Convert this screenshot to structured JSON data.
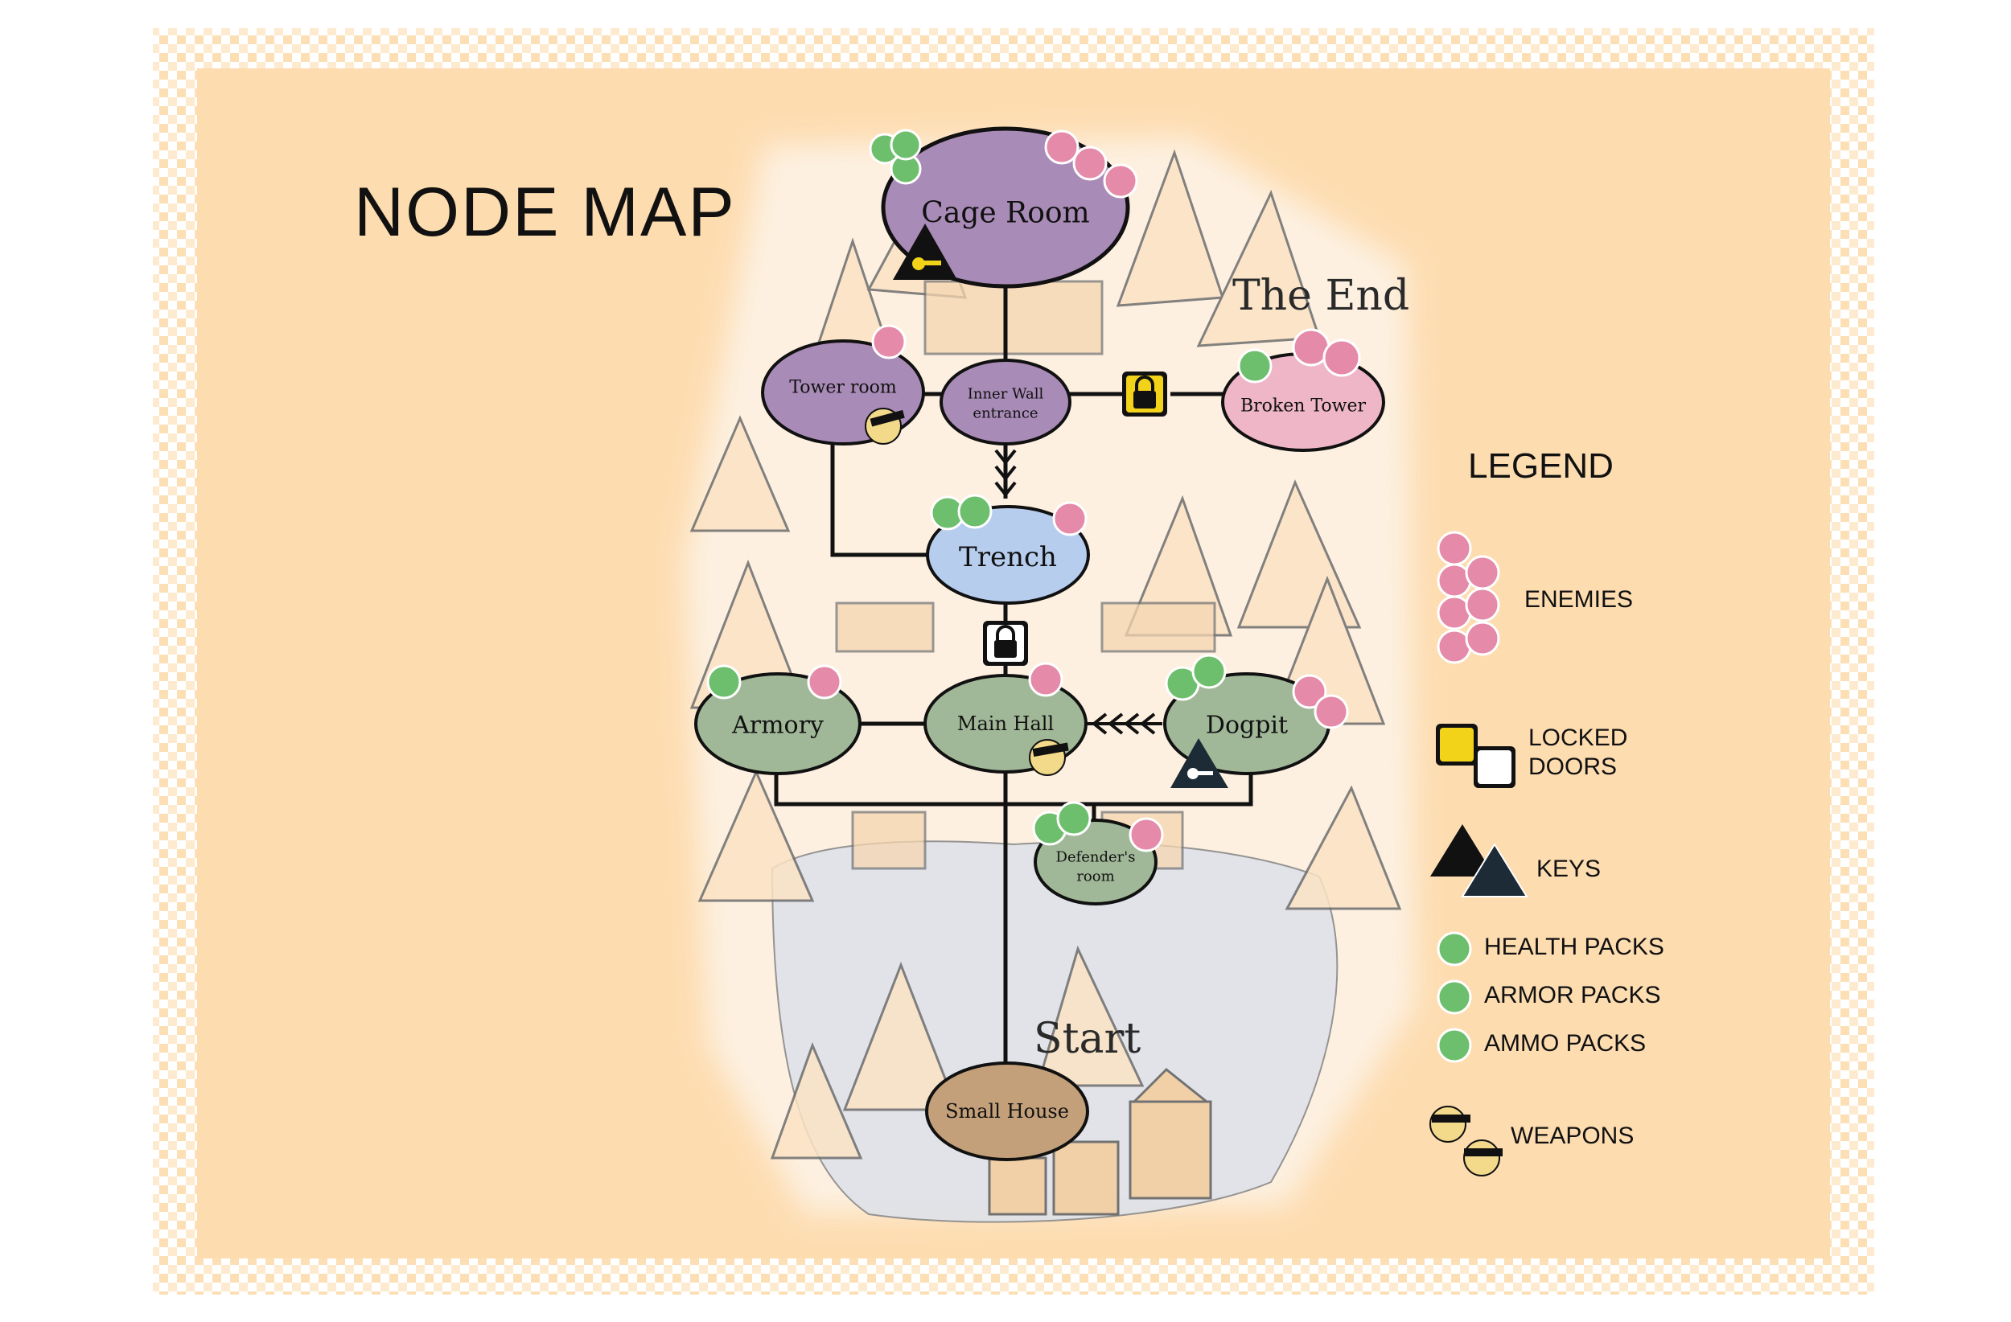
{
  "title": "NODE MAP",
  "area_labels": {
    "end": "The End",
    "start": "Start"
  },
  "nodes": {
    "cage_room": "Cage Room",
    "tower_room": "Tower room",
    "inner_wall_line1": "Inner Wall",
    "inner_wall_line2": "entrance",
    "broken_tower": "Broken Tower",
    "trench": "Trench",
    "armory": "Armory",
    "main_hall": "Main Hall",
    "dogpit": "Dogpit",
    "defenders_line1": "Defender's",
    "defenders_line2": "room",
    "small_house": "Small House"
  },
  "legend": {
    "title": "LEGEND",
    "enemies": "ENEMIES",
    "locked_line1": "LOCKED",
    "locked_line2": "DOORS",
    "keys": "KEYS",
    "health": "HEALTH PACKS",
    "armor": "ARMOR PACKS",
    "ammo": "AMMO PACKS",
    "weapons": "WEAPONS"
  },
  "icons": {
    "enemy": "enemy-icon",
    "locked_door": "padlock-icon",
    "key": "key-icon",
    "health": "health-pack-icon",
    "armor": "armor-pack-icon",
    "ammo": "ammo-pack-icon",
    "weapon": "weapon-icon"
  },
  "colors": {
    "parchment": "#fddcb0",
    "purple_node": "#a98bb7",
    "pink_node": "#eeb6c7",
    "blue_node": "#b7cdee",
    "green_node": "#a1b898",
    "brown_node": "#c4a07a",
    "enemy_badge": "#e58aa9",
    "pack_badge": "#6dbf6d",
    "weapon_badge": "#f3d98a",
    "lock_gold": "#f2d319",
    "lock_dark": "#1f1f1f"
  }
}
